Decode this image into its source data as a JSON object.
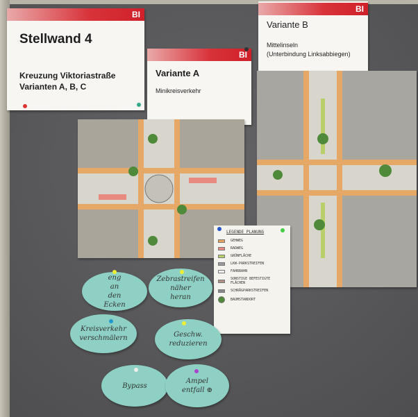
{
  "cards": {
    "stellwand": {
      "logo": "BI",
      "title": "Stellwand 4",
      "line1": "Kreuzung Viktoriastraße",
      "line2": "Varianten A, B, C"
    },
    "variante_a": {
      "logo": "BI",
      "title": "Variante A",
      "subtitle": "Minikreisverkehr"
    },
    "variante_b": {
      "logo": "BI",
      "title": "Variante B",
      "line1": "Mittelinseln",
      "line2": "(Unterbindung Linksabbiegen)"
    }
  },
  "legend": {
    "title": "LEGENDE PLANUNG",
    "items": [
      {
        "label": "GEHWEG",
        "color": "#e8a360"
      },
      {
        "label": "RADWEG",
        "color": "#e88a80"
      },
      {
        "label": "GRÜNFLÄCHE",
        "color": "#b8cf6a"
      },
      {
        "label": "LKW-PARKSTREIFEN",
        "color": "#9a9a9a"
      },
      {
        "label": "FAHRBAHN",
        "color": "#f0f0f0"
      },
      {
        "label": "SONSTIGE BEFESTIGTE FLÄCHEN",
        "color": "#b09080"
      },
      {
        "label": "SCHRÄGPARKSTREIFEN",
        "color": "#888888"
      },
      {
        "label": "BAUMSTANDORT",
        "color": "#4f8a3a"
      }
    ]
  },
  "notes": [
    {
      "lines": [
        "eng",
        "an",
        "den",
        "Ecken"
      ]
    },
    {
      "lines": [
        "Zebrastreifen",
        "näher",
        "heran"
      ]
    },
    {
      "lines": [
        "Kreisverkehr",
        "verschmälern"
      ]
    },
    {
      "lines": [
        "Geschw.",
        "reduzieren"
      ]
    },
    {
      "lines": [
        "Bypass"
      ]
    },
    {
      "lines": [
        "Ampel",
        "entfall ⊕"
      ]
    }
  ]
}
